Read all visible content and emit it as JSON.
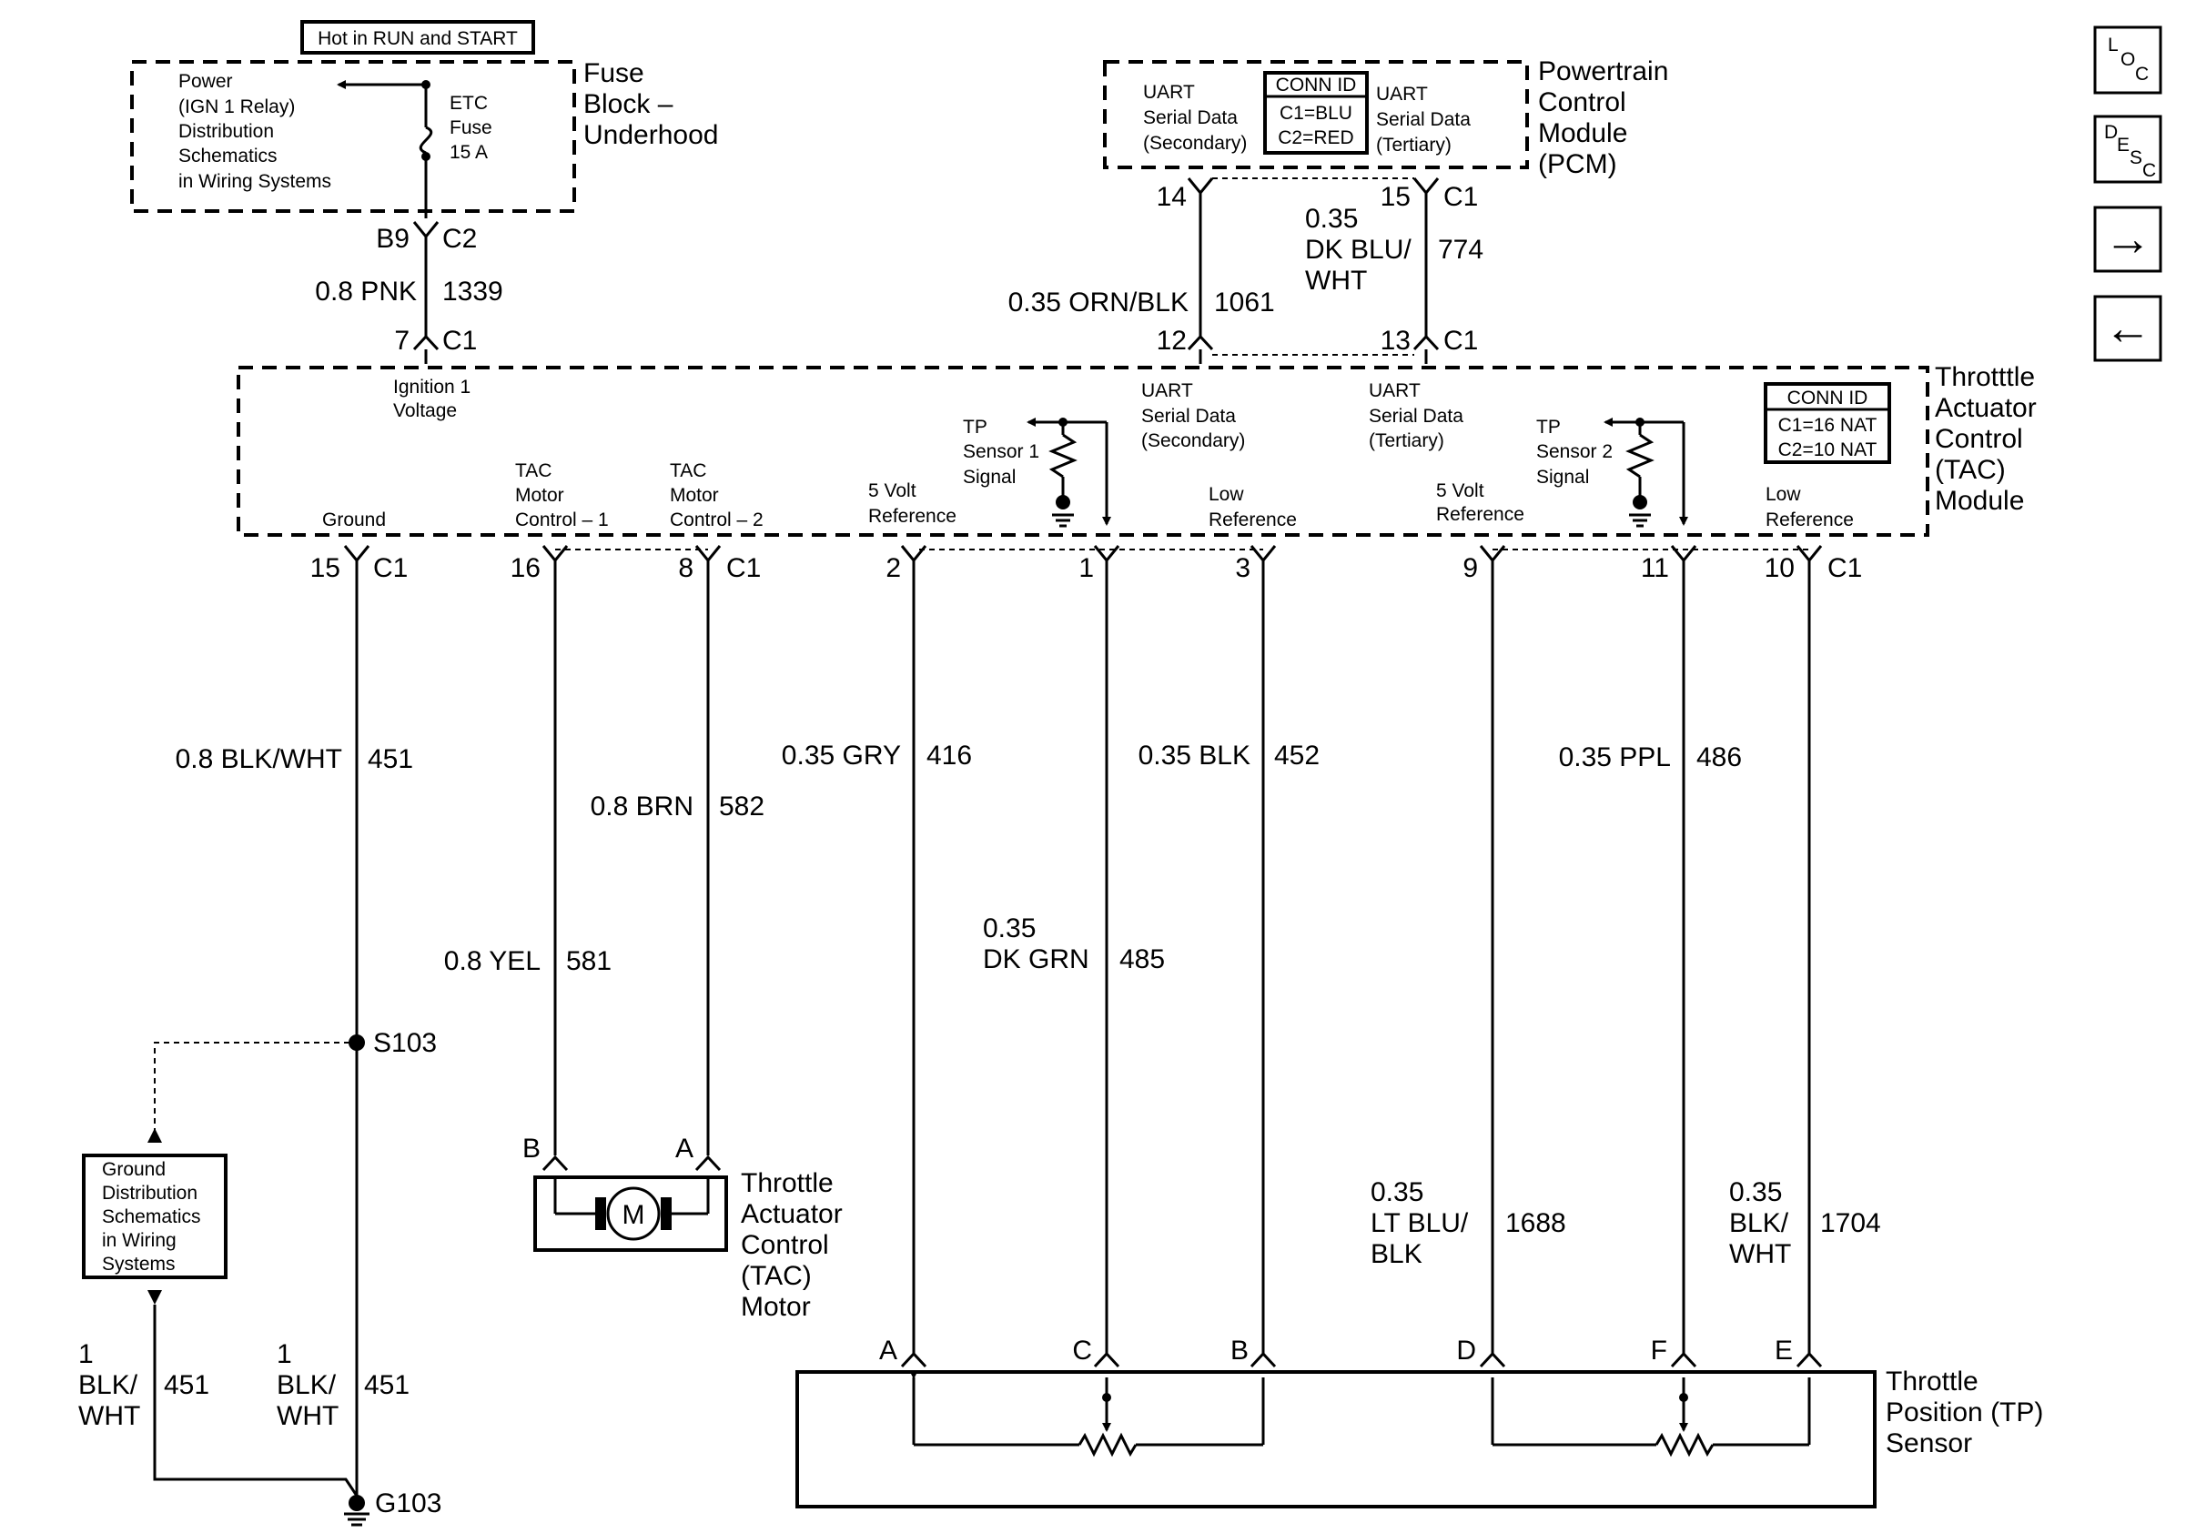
{
  "fuse_block": {
    "hot_label": "Hot in RUN and START",
    "power_lines": [
      "Power",
      "(IGN 1 Relay)",
      "Distribution",
      "Schematics",
      "in Wiring Systems"
    ],
    "fuse_lines": [
      "ETC",
      "Fuse",
      "15 A"
    ],
    "name_lines": [
      "Fuse",
      "Block –",
      "Underhood"
    ]
  },
  "pcm": {
    "uart_secondary_lines": [
      "UART",
      "Serial Data",
      "(Secondary)"
    ],
    "uart_tertiary_lines": [
      "UART",
      "Serial Data",
      "(Tertiary)"
    ],
    "conn_id": [
      "CONN ID",
      "C1=BLU",
      "C2=RED"
    ],
    "name_lines": [
      "Powertrain",
      "Control",
      "Module",
      "(PCM)"
    ],
    "pin_14": "14",
    "pin_15": "15",
    "conn_c1": "C1"
  },
  "tac_module": {
    "name_lines": [
      "Throtttle",
      "Actuator",
      "Control",
      "(TAC)",
      "Module"
    ],
    "conn_id": [
      "CONN ID",
      "C1=16 NAT",
      "C2=10 NAT"
    ],
    "ignition_lines": [
      "Ignition 1",
      "Voltage"
    ],
    "ground": "Ground",
    "motor_ctrl_1_lines": [
      "TAC",
      "Motor",
      "Control – 1"
    ],
    "motor_ctrl_2_lines": [
      "TAC",
      "Motor",
      "Control – 2"
    ],
    "five_volt_lines": [
      "5 Volt",
      "Reference"
    ],
    "tp1_lines": [
      "TP",
      "Sensor 1",
      "Signal"
    ],
    "low_ref_lines": [
      "Low",
      "Reference"
    ],
    "uart_sec_lines": [
      "UART",
      "Serial Data",
      "(Secondary)"
    ],
    "uart_ter_lines": [
      "UART",
      "Serial Data",
      "(Tertiary)"
    ],
    "five_volt2_lines": [
      "5 Volt",
      "Reference"
    ],
    "tp2_lines": [
      "TP",
      "Sensor 2",
      "Signal"
    ],
    "low_ref2_lines": [
      "Low",
      "Reference"
    ]
  },
  "pins": {
    "b9": "B9",
    "c2": "C2",
    "p7": "7",
    "c1": "C1",
    "p12": "12",
    "p13": "13",
    "p15": "15",
    "p16": "16",
    "p8": "8",
    "p2": "2",
    "p1": "1",
    "p3": "3",
    "p9": "9",
    "p11": "11",
    "p10": "10"
  },
  "wires": {
    "w1339": {
      "gauge": "0.8 PNK",
      "circuit": "1339"
    },
    "w1061": {
      "gauge": "0.35 ORN/BLK",
      "circuit": "1061"
    },
    "w774": {
      "gauge_lines": [
        "0.35",
        "DK BLU/",
        "WHT"
      ],
      "circuit": "774"
    },
    "w451": {
      "gauge": "0.8 BLK/WHT",
      "circuit": "451"
    },
    "w582": {
      "gauge": "0.8 BRN",
      "circuit": "582"
    },
    "w581": {
      "gauge": "0.8 YEL",
      "circuit": "581"
    },
    "w416": {
      "gauge": "0.35 GRY",
      "circuit": "416"
    },
    "w485": {
      "gauge_lines": [
        "0.35",
        "DK GRN"
      ],
      "circuit": "485"
    },
    "w452": {
      "gauge": "0.35 BLK",
      "circuit": "452"
    },
    "w486": {
      "gauge": "0.35 PPL",
      "circuit": "486"
    },
    "w1688": {
      "gauge_lines": [
        "0.35",
        "LT BLU/",
        "BLK"
      ],
      "circuit": "1688"
    },
    "w1704": {
      "gauge_lines": [
        "0.35",
        "BLK/",
        "WHT"
      ],
      "circuit": "1704"
    },
    "w451_left": {
      "gauge_lines": [
        "1",
        "BLK/",
        "WHT"
      ],
      "circuit": "451"
    },
    "w451_right": {
      "gauge_lines": [
        "1",
        "BLK/",
        "WHT"
      ],
      "circuit": "451"
    }
  },
  "splice": "S103",
  "ground_point": "G103",
  "ground_dist_lines": [
    "Ground",
    "Distribution",
    "Schematics",
    "in Wiring",
    "Systems"
  ],
  "motor": {
    "symbol": "M",
    "pin_b": "B",
    "pin_a": "A",
    "name_lines": [
      "Throttle",
      "Actuator",
      "Control",
      "(TAC)",
      "Motor"
    ]
  },
  "tp_sensor": {
    "pins": [
      "A",
      "C",
      "B",
      "D",
      "F",
      "E"
    ],
    "name_lines": [
      "Throttle",
      "Position (TP)",
      "Sensor"
    ]
  },
  "nav": {
    "loc": [
      "L",
      "O",
      "C"
    ],
    "desc": [
      "D",
      "E",
      "S",
      "C"
    ],
    "forward": "→",
    "back": "←"
  }
}
